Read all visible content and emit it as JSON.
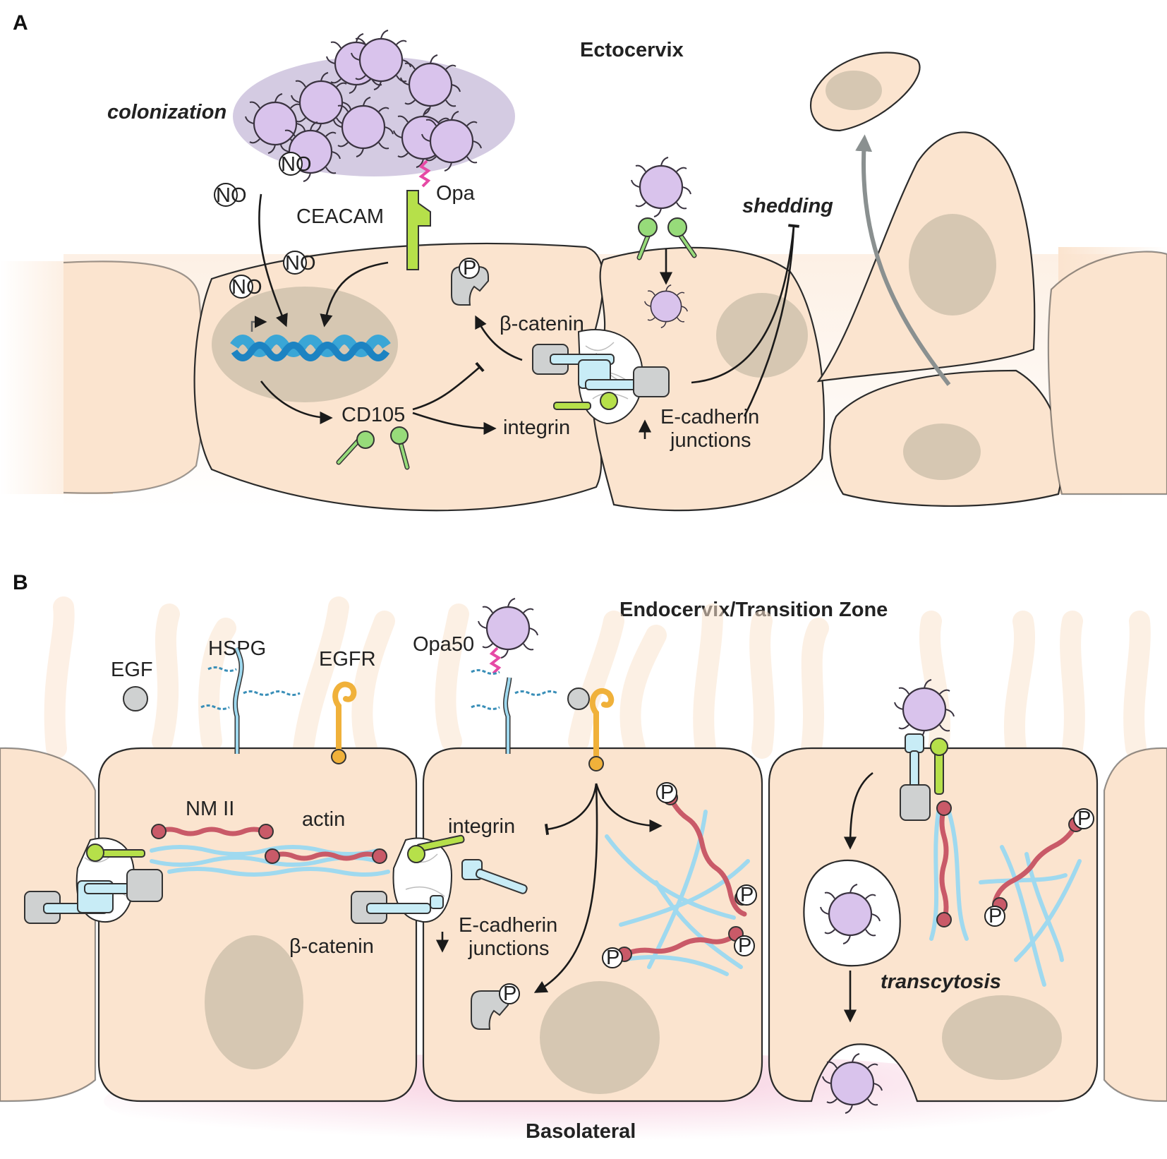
{
  "panel_a": {
    "letter": "A",
    "region_title": "Ectocervix",
    "colonization": "colonization",
    "no_label": "NO",
    "opa": "Opa",
    "ceacam": "CEACAM",
    "p_label": "P",
    "beta_catenin": "β-catenin",
    "cd105": "CD105",
    "integrin": "integrin",
    "ecadherin_line1": "E-cadherin",
    "ecadherin_line2": "junctions",
    "shedding": "shedding"
  },
  "panel_b": {
    "letter": "B",
    "region_title": "Endocervix/Transition Zone",
    "egf": "EGF",
    "hspg": "HSPG",
    "egfr": "EGFR",
    "opa50": "Opa50",
    "nm2": "NM II",
    "actin": "actin",
    "integrin": "integrin",
    "beta_catenin": "β-catenin",
    "ecadherin_line1": "E-cadherin",
    "ecadherin_line2": "junctions",
    "p_label": "P",
    "transcytosis": "transcytosis",
    "basolateral": "Basolateral"
  },
  "colors": {
    "cell_fill": "#fbe4cf",
    "nucleus": "#d6c7b2",
    "bacterium": "#d9c3ec",
    "actin": "#9fd9ef",
    "myosin": "#c95a68",
    "egfr": "#f0b13a",
    "cd105": "#97db7a",
    "ceacam": "#b6e04a",
    "opa": "#e64aa5",
    "basolateral_glow": "#f6c9dc"
  }
}
